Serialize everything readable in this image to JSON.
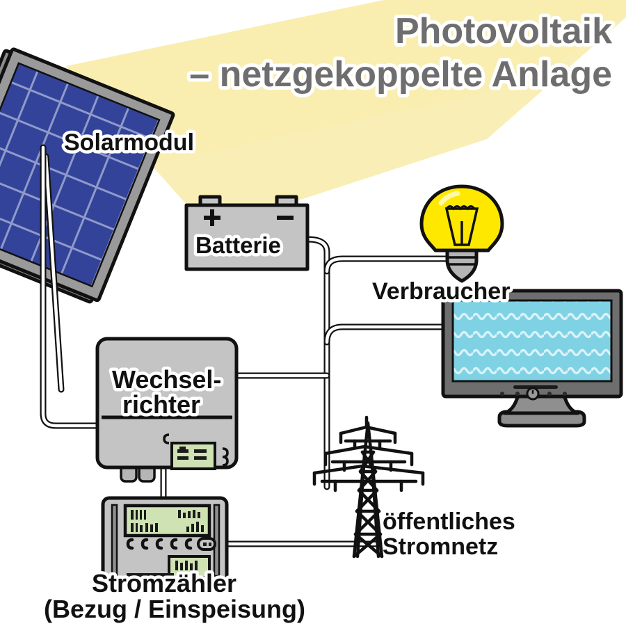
{
  "meta": {
    "language": "de",
    "diagram_type": "schematic",
    "background_color": "#ffffff"
  },
  "title": {
    "line1": "Photovoltaik",
    "line2": "– netzgekoppelte Anlage",
    "color": "#6e6e6e",
    "halo_color": "#ffffff"
  },
  "labels": {
    "solar_module": "Solarmodul",
    "battery": "Batterie",
    "inverter_line1": "Wechsel-",
    "inverter_line2": "richter",
    "consumer": "Verbraucher",
    "grid_line1": "öffentliches",
    "grid_line2": "Stromnetz",
    "meter_line1": "Stromzähler",
    "meter_line2": "(Bezug / Einspeisung)"
  },
  "battery_terminals": {
    "positive": "+",
    "negative": "–"
  },
  "colors": {
    "panel_cell": "#2d3f8f",
    "panel_cell_light": "#3d52a8",
    "panel_frame": "#8c8c8c",
    "device_gray": "#c4c4c4",
    "device_gray_dark": "#8f8f8f",
    "screen_blue": "#7fd2e4",
    "screen_wave": "#d8f2f7",
    "lcd_green": "#cfe2b4",
    "bulb_yellow": "#ffe800",
    "sunbeam_yellow": "#f9eeb0",
    "outline_black": "#111111",
    "monitor_bezel": "#6e6e6e",
    "wire_black": "#111111"
  },
  "components": [
    {
      "id": "solar-module",
      "name": "Solarmodul",
      "kind": "pv-panel",
      "cells_cols": 4,
      "cells_rows": 7
    },
    {
      "id": "battery",
      "name": "Batterie",
      "kind": "battery"
    },
    {
      "id": "inverter",
      "name": "Wechselrichter",
      "kind": "inverter"
    },
    {
      "id": "meter",
      "name": "Stromzähler",
      "kind": "electricity-meter"
    },
    {
      "id": "lamp",
      "name": "Verbraucher",
      "kind": "light-bulb"
    },
    {
      "id": "monitor",
      "name": "Verbraucher",
      "kind": "computer-monitor"
    },
    {
      "id": "pylon",
      "name": "öffentliches Stromnetz",
      "kind": "transmission-tower"
    }
  ],
  "connections": [
    {
      "from": "solar-module",
      "to": "inverter"
    },
    {
      "from": "battery",
      "to": "consumer-bus"
    },
    {
      "from": "inverter",
      "to": "consumer-bus"
    },
    {
      "from": "consumer-bus",
      "to": "lamp"
    },
    {
      "from": "consumer-bus",
      "to": "monitor"
    },
    {
      "from": "inverter",
      "to": "meter"
    },
    {
      "from": "meter",
      "to": "pylon"
    }
  ]
}
